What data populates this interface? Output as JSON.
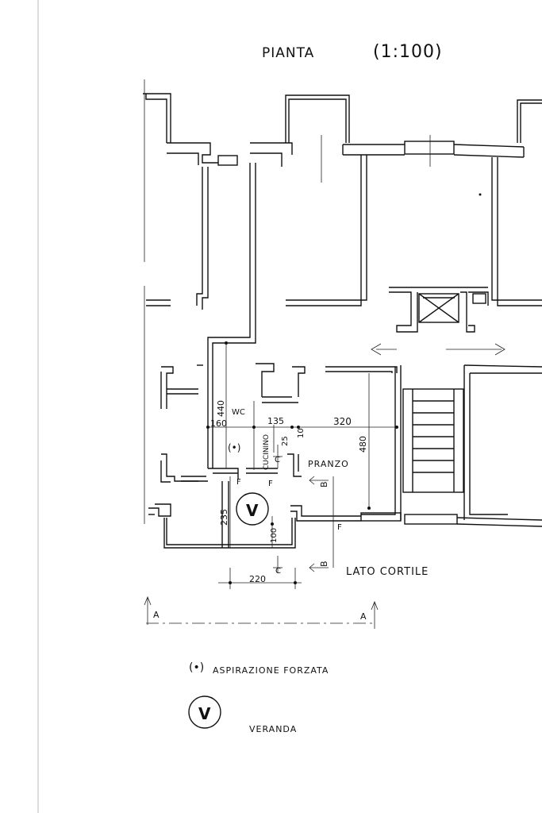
{
  "title": "PIANTA",
  "scale": "(1:100)",
  "rooms": {
    "wc": "WC",
    "kitchen": "CUCININO",
    "dining": "PRANZO",
    "veranda_symbol": "V"
  },
  "dimensions": {
    "d440": "440",
    "d160": "160",
    "d135": "135",
    "d25": "25",
    "d10": "10",
    "d320": "320",
    "d480": "480",
    "d235": "235",
    "d100": "100",
    "d220": "220"
  },
  "section_marks": {
    "a_left": "A",
    "a_right": "A",
    "b_top": "B",
    "b_bottom": "B",
    "c_top": "C",
    "c_bottom": "C",
    "f1": "F",
    "f2": "F",
    "f3": "F"
  },
  "site_label": "LATO CORTILE",
  "legend": {
    "forced_air_symbol": "(•)",
    "forced_air_text": "ASPIRAZIONE FORZATA",
    "veranda_symbol": "V",
    "veranda_text": "VERANDA"
  }
}
